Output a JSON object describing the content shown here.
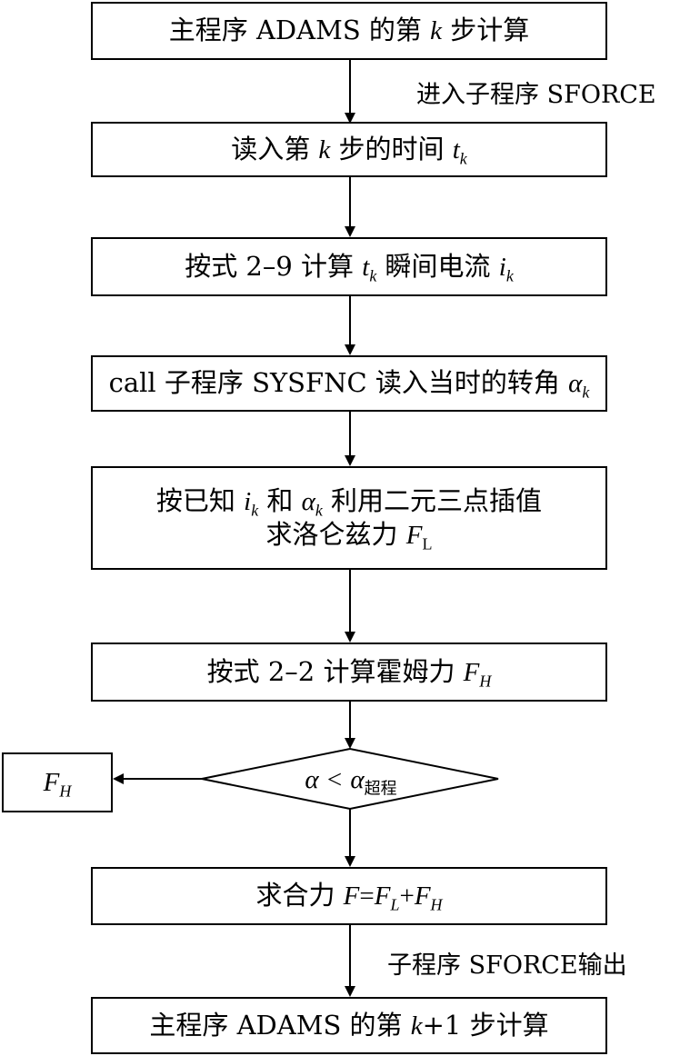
{
  "flowchart": {
    "step1": {
      "pre": "主程序 ADAMS 的第 ",
      "k": "k",
      "post": " 步计算"
    },
    "note1": "进入子程序 SFORCE",
    "step2": {
      "pre": "读入第 ",
      "k": "k",
      "mid": " 步的时间 ",
      "t": "t",
      "t_sub": "k"
    },
    "step3": {
      "pre": "按式 2–9 计算 ",
      "t": "t",
      "t_sub": "k",
      "mid": " 瞬间电流 ",
      "i": "i",
      "i_sub": "k"
    },
    "step4": {
      "pre": "call 子程序 SYSFNC 读入当时的转角 ",
      "alpha": "α",
      "alpha_sub": "k"
    },
    "step5": {
      "line1_pre": "按已知 ",
      "i": "i",
      "i_sub": "k",
      "line1_mid": " 和 ",
      "alpha": "α",
      "alpha_sub": "k",
      "line1_post": " 利用二元三点插值",
      "line2_pre": "求洛仑兹力 ",
      "F": "F",
      "F_sub": "L"
    },
    "step6": {
      "pre": "按式 2–2 计算霍姆力 ",
      "F": "F",
      "F_sub": "H"
    },
    "decision": {
      "alpha": "α",
      "op": "<",
      "alpha2": "α",
      "sub": "超程"
    },
    "side_box": {
      "F": "F",
      "F_sub": "H"
    },
    "step7": {
      "pre": "求合力 ",
      "F": "F",
      "eq": "=",
      "F1": "F",
      "F1_sub": "L",
      "plus": "+",
      "F2": "F",
      "F2_sub": "H"
    },
    "note2": "子程序 SFORCE输出",
    "step8": {
      "pre": "主程序 ADAMS 的第 ",
      "k": "k",
      "post": "+1 步计算"
    }
  }
}
